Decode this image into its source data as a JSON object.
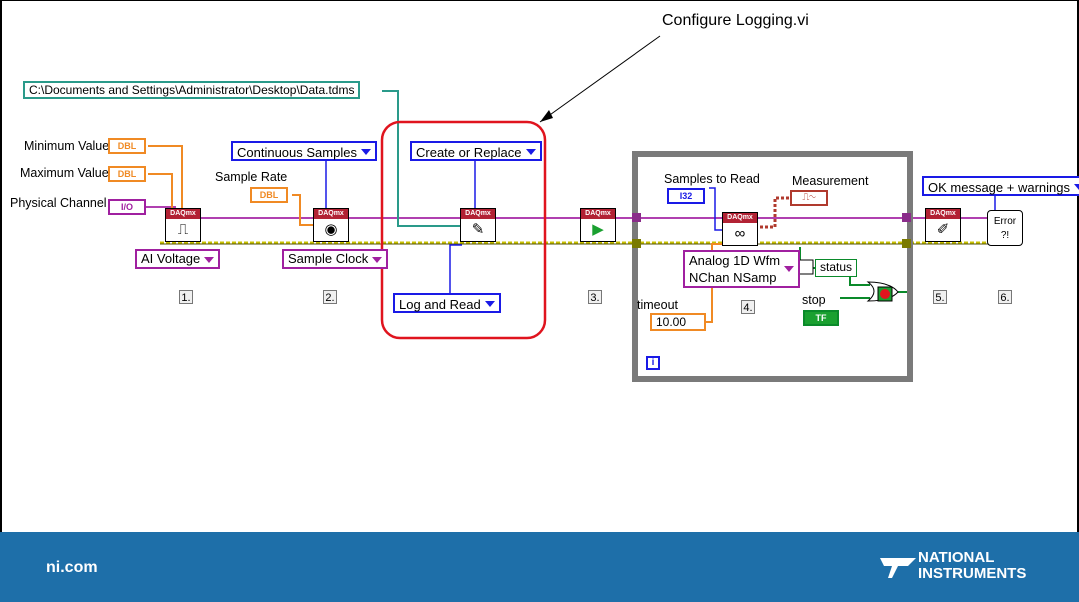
{
  "annotation": "Configure Logging.vi",
  "file_path": "C:\\Documents and Settings\\Administrator\\Desktop\\Data.tdms",
  "labels": {
    "minimum_value": "Minimum Value",
    "maximum_value": "Maximum Value",
    "physical_channel": "Physical Channel",
    "sample_rate": "Sample Rate",
    "samples_to_read": "Samples to Read",
    "measurement": "Measurement",
    "timeout": "timeout",
    "stop": "stop",
    "status": "status"
  },
  "constants": {
    "dbl": "DBL",
    "io": "I/O",
    "i32": "I32",
    "tf": "TF",
    "timeout_value": "10.00",
    "header": "DAQmx"
  },
  "rings": {
    "continuous_samples": "Continuous Samples",
    "create_or_replace": "Create or Replace",
    "ok_message": "OK message + warnings",
    "log_and_read": "Log and Read",
    "sample_clock": "Sample Clock",
    "ai_voltage": "AI Voltage",
    "analog_line1": "Analog 1D Wfm",
    "analog_line2": "NChan NSamp"
  },
  "steps": [
    "1.",
    "2.",
    "3.",
    "4.",
    "5.",
    "6."
  ],
  "loop_index": "i",
  "footer": {
    "site": "ni.com",
    "brand_line1": "NATIONAL",
    "brand_line2": "INSTRUMENTS"
  },
  "colors": {
    "task_wire": "#b040b0",
    "error_wire": "#c8c000",
    "numeric_wire": "#f08a24",
    "path_wire": "#2a9a8a",
    "enum_wire": "#1a1ae6",
    "highlight": "#e0141e",
    "footer_bg": "#1e6fa9"
  }
}
